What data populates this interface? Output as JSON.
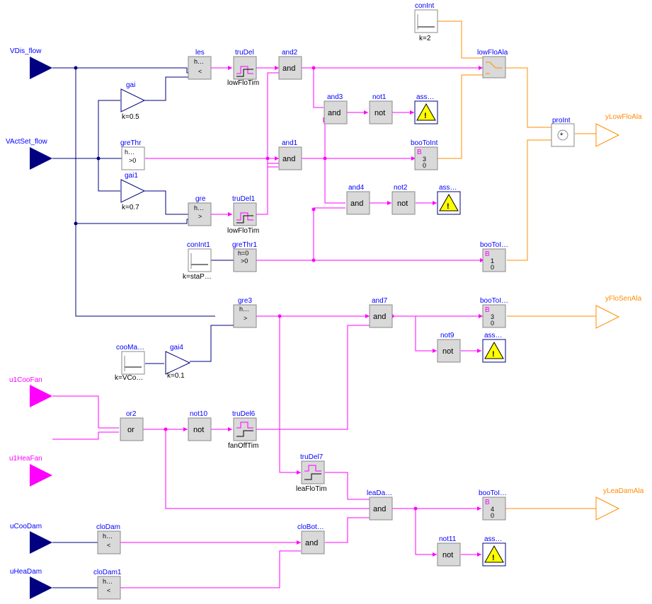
{
  "inputs": {
    "vdis_flow": "VDis_flow",
    "vactset_flow": "VActSet_flow",
    "u1coofan": "u1CooFan",
    "u1heafan": "u1HeaFan",
    "ucoodam": "uCooDam",
    "uheadam": "uHeaDam"
  },
  "outputs": {
    "ylowfloala": "yLowFloAla",
    "yflosenala": "yFloSenAla",
    "yleadamala": "yLeaDamAla"
  },
  "blocks": {
    "conint": {
      "name": "conInt",
      "param": "k=2"
    },
    "lowfloala": {
      "name": "lowFloAla"
    },
    "les": {
      "name": "les",
      "top": "h…",
      "sym": "<"
    },
    "trudel": {
      "name": "truDel",
      "param": "lowFloTim"
    },
    "and2": {
      "name": "and2",
      "text": "and"
    },
    "gai": {
      "name": "gai",
      "param": "k=0.5"
    },
    "and3": {
      "name": "and3",
      "text": "and"
    },
    "not1": {
      "name": "not1",
      "text": "not"
    },
    "ass1": {
      "name": "ass…"
    },
    "proint": {
      "name": "proInt"
    },
    "grethr": {
      "name": "greThr",
      "top": "h…",
      "sym": ">0"
    },
    "and1": {
      "name": "and1",
      "text": "and"
    },
    "bootoint": {
      "name": "booToInt",
      "b": "B",
      "v1": "3",
      "v0": "0"
    },
    "gai1": {
      "name": "gai1",
      "param": "k=0.7"
    },
    "and4": {
      "name": "and4",
      "text": "and"
    },
    "not2": {
      "name": "not2",
      "text": "not"
    },
    "ass2": {
      "name": "ass…"
    },
    "gre": {
      "name": "gre",
      "top": "h…",
      "sym": ">"
    },
    "trudel1": {
      "name": "truDel1",
      "param": "lowFloTim"
    },
    "conint1": {
      "name": "conInt1",
      "param": "k=staP…"
    },
    "grethr1": {
      "name": "greThr1",
      "top": "h=0",
      "sym": ">0"
    },
    "bootoint1": {
      "name": "booToI…",
      "b": "B",
      "v1": "1",
      "v0": "0"
    },
    "gre3": {
      "name": "gre3",
      "top": "h…",
      "sym": ">"
    },
    "and7": {
      "name": "and7",
      "text": "and"
    },
    "bootoint2": {
      "name": "booToI…",
      "b": "B",
      "v1": "3",
      "v0": "0"
    },
    "not9": {
      "name": "not9",
      "text": "not"
    },
    "ass3": {
      "name": "ass…"
    },
    "coomax": {
      "name": "cooMa…",
      "param": "k=VCo…"
    },
    "gai4": {
      "name": "gai4",
      "param": "k=0.1"
    },
    "or2": {
      "name": "or2",
      "text": "or"
    },
    "not10": {
      "name": "not10",
      "text": "not"
    },
    "trudel6": {
      "name": "truDel6",
      "param": "fanOffTim"
    },
    "trudel7": {
      "name": "truDel7",
      "param": "leaFloTim"
    },
    "leadam": {
      "name": "leaDa…",
      "text": "and"
    },
    "bootoint3": {
      "name": "booToI…",
      "b": "B",
      "v1": "4",
      "v0": "0"
    },
    "not11": {
      "name": "not11",
      "text": "not"
    },
    "ass4": {
      "name": "ass…"
    },
    "clodam": {
      "name": "cloDam",
      "top": "h…",
      "sym": "<"
    },
    "clobot": {
      "name": "cloBot…",
      "text": "and"
    },
    "clodam1": {
      "name": "cloDam1",
      "top": "h…",
      "sym": "<"
    }
  },
  "icons": {
    "warning": "warning-triangle-icon",
    "product": "multiply-icon",
    "input_real": "real-input-triangle-icon",
    "input_bool": "boolean-input-triangle-icon",
    "output_int": "integer-output-triangle-icon"
  },
  "colors": {
    "real_signal": "#000080",
    "boolean_signal": "#ff00ff",
    "integer_signal": "#ff8c00",
    "label": "#0000ff"
  }
}
